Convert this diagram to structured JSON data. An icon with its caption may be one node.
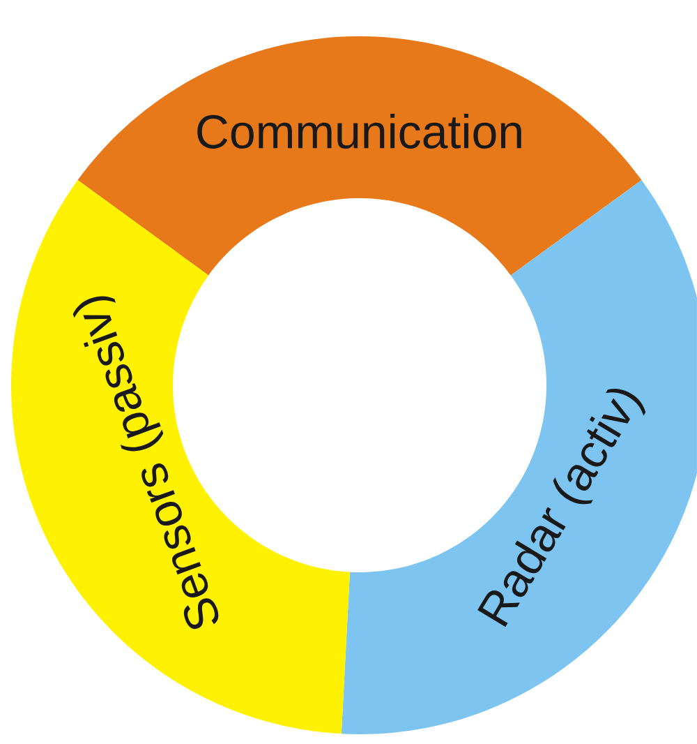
{
  "diagram": {
    "nodes": [
      {
        "text": [
          "Communication"
        ]
      },
      {
        "text": [
          "Radar (activ)"
        ]
      },
      {
        "text": [
          "Sensors (passiv)"
        ]
      }
    ]
  }
}
